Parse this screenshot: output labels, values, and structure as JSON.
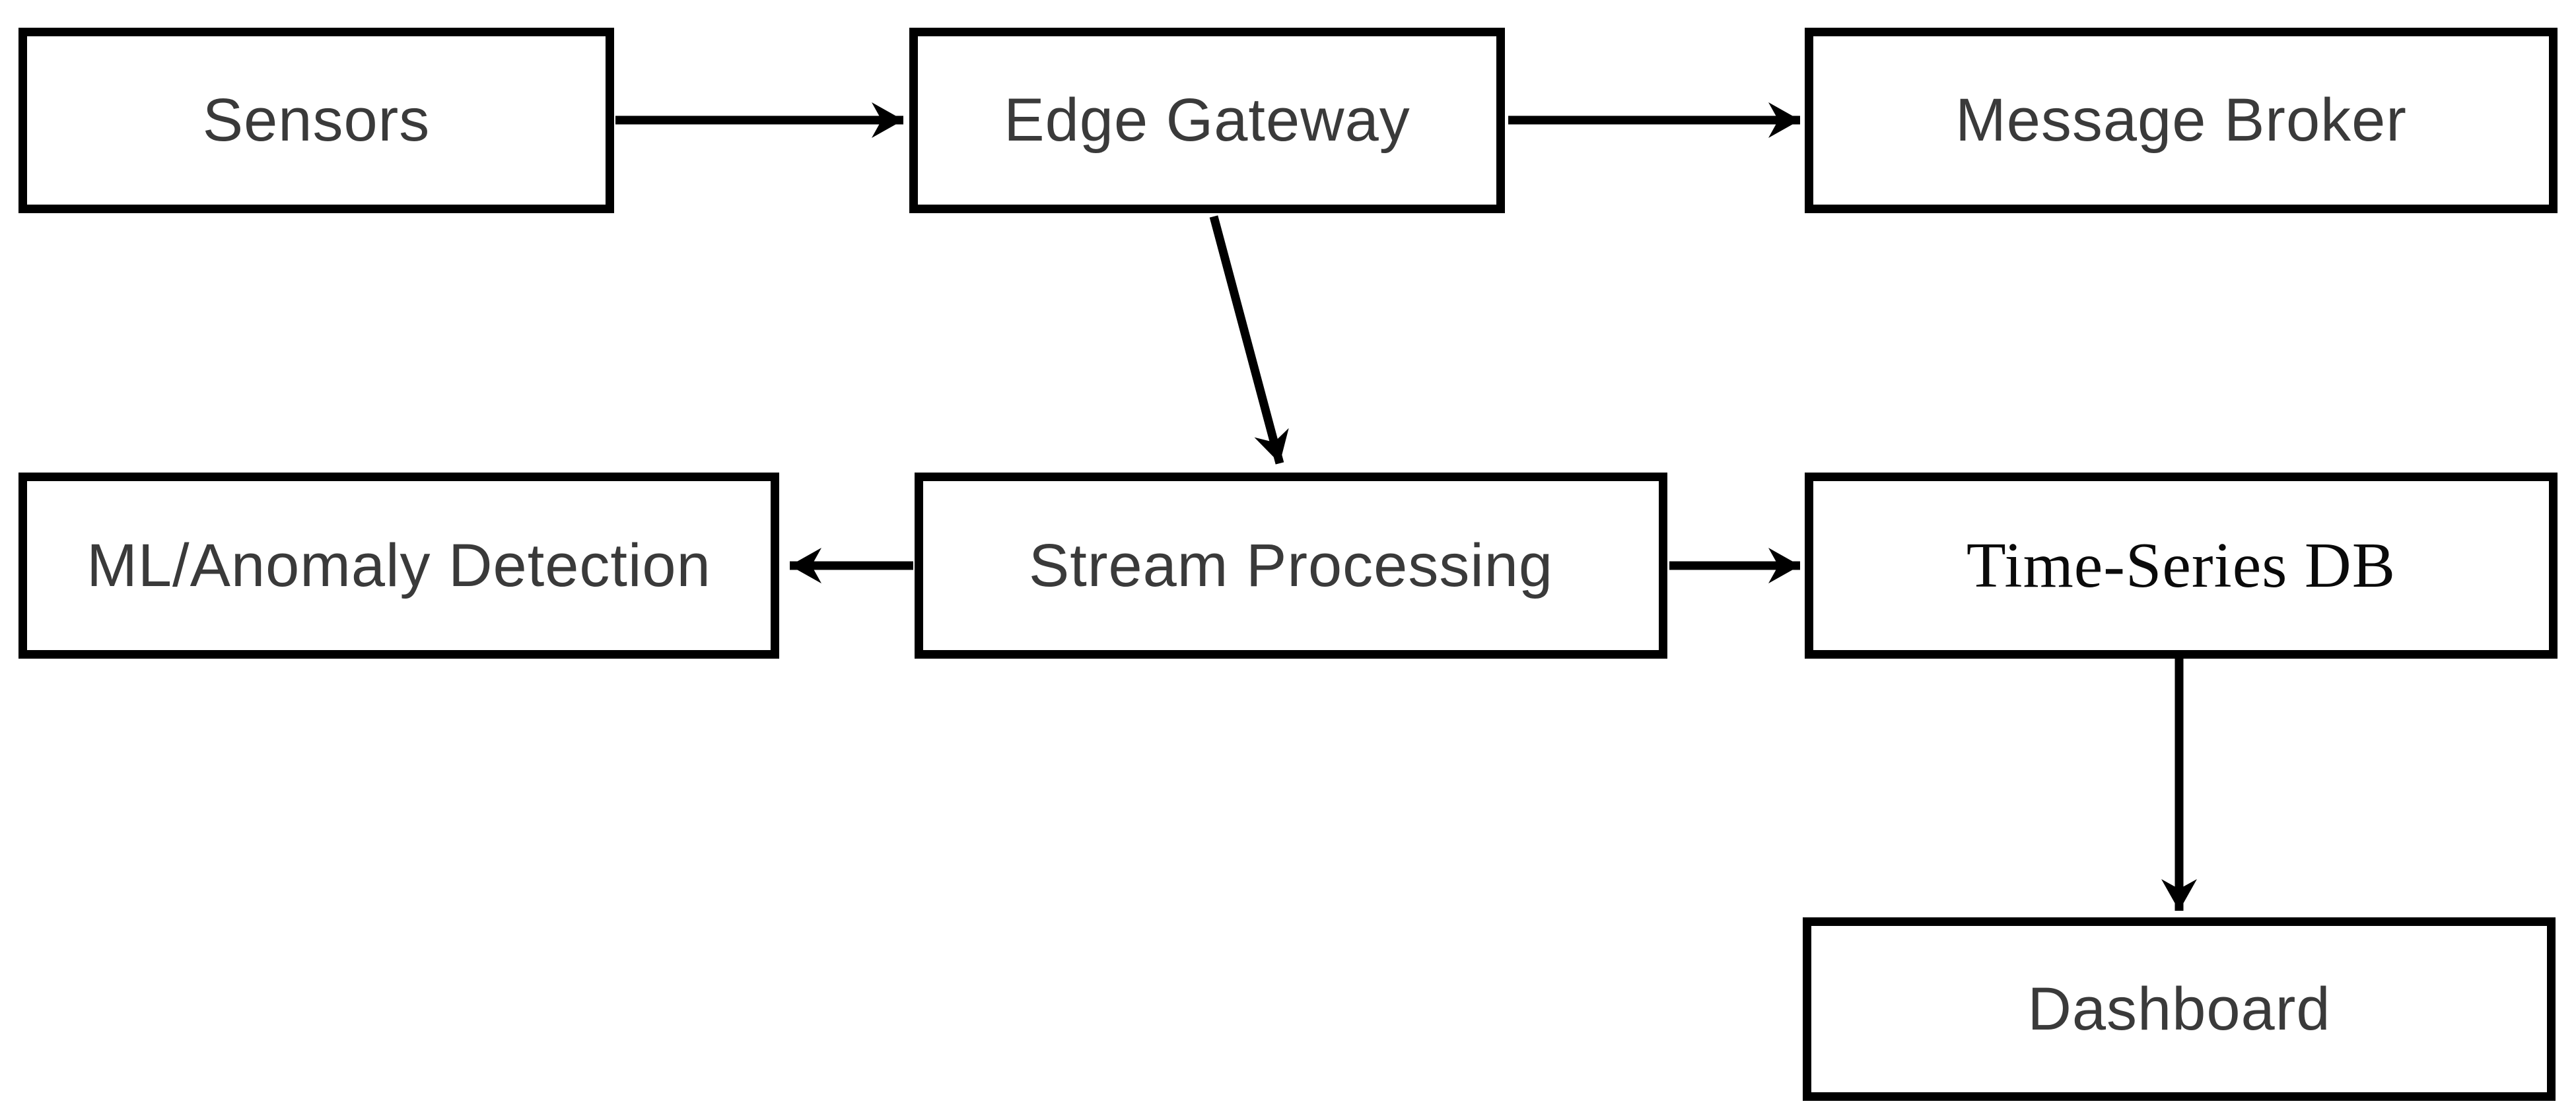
{
  "diagram": {
    "nodes": {
      "sensors": {
        "label": "Sensors"
      },
      "edge_gateway": {
        "label": "Edge Gateway"
      },
      "message_broker": {
        "label": "Message Broker"
      },
      "ml_anomaly": {
        "label": "ML/Anomaly Detection"
      },
      "stream_processing": {
        "label": "Stream Processing"
      },
      "timeseries_db": {
        "label": "Time-Series DB"
      },
      "dashboard": {
        "label": "Dashboard"
      }
    },
    "edges": [
      {
        "from": "Sensors",
        "to": "Edge Gateway"
      },
      {
        "from": "Edge Gateway",
        "to": "Message Broker"
      },
      {
        "from": "Edge Gateway",
        "to": "Stream Processing"
      },
      {
        "from": "Stream Processing",
        "to": "ML/Anomaly Detection"
      },
      {
        "from": "Stream Processing",
        "to": "Time-Series DB"
      },
      {
        "from": "Time-Series DB",
        "to": "Dashboard"
      }
    ],
    "colors": {
      "background": "#ffffff",
      "box_border": "#000000",
      "box_fill": "#ffffff",
      "label": "#3a3a3a",
      "serif_label": "#0a0a0a",
      "arrow": "#000000"
    }
  }
}
